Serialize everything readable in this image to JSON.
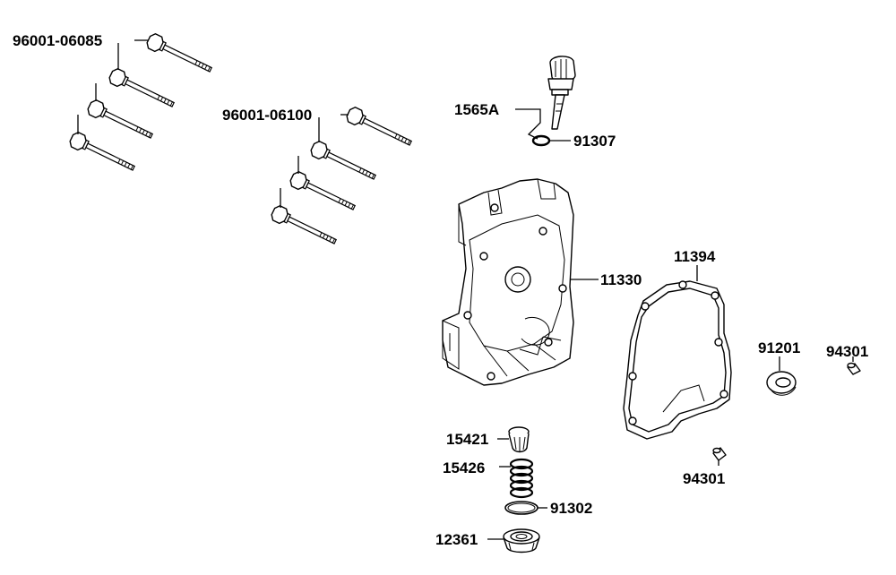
{
  "part_labels": {
    "bolt_set_a": "96001-06085",
    "bolt_set_b": "96001-06100",
    "dipstick": "1565A",
    "o_ring_dipstick": "91307",
    "crankcase_cover": "11330",
    "gasket": "11394",
    "oil_seal": "91201",
    "dowel_pin_right": "94301",
    "dowel_pin_lower": "94301",
    "strainer_cap": "15421",
    "spring": "15426",
    "o_ring_plug": "91302",
    "drain_plug": "12361"
  }
}
